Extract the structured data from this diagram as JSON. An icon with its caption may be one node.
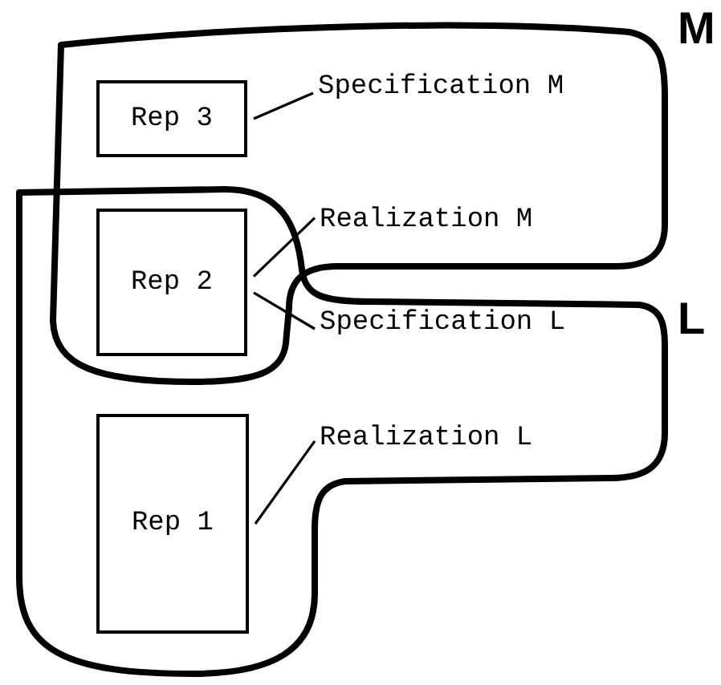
{
  "diagram": {
    "nodes": [
      {
        "text": [
          "M"
        ]
      },
      {
        "text": [
          "Rep 3"
        ],
        "in": 0
      },
      {
        "text": [
          "Specification M"
        ],
        "in": 0
      },
      {
        "text": [
          "L"
        ]
      },
      {
        "text": [
          "Rep 2"
        ]
      },
      {
        "text": [
          "Realization M"
        ],
        "in": 0
      },
      {
        "text": [
          "Specification L"
        ],
        "in": 3
      },
      {
        "text": [
          "Rep 1"
        ],
        "in": 3
      },
      {
        "text": [
          "Realization L"
        ],
        "in": 3
      }
    ],
    "edges": [
      {
        "from": 2,
        "to": 1,
        "arrow": "none"
      },
      {
        "from": 5,
        "to": 4,
        "arrow": "none"
      },
      {
        "from": 6,
        "to": 4,
        "arrow": "none"
      },
      {
        "from": 8,
        "to": 7,
        "arrow": "none"
      }
    ]
  }
}
